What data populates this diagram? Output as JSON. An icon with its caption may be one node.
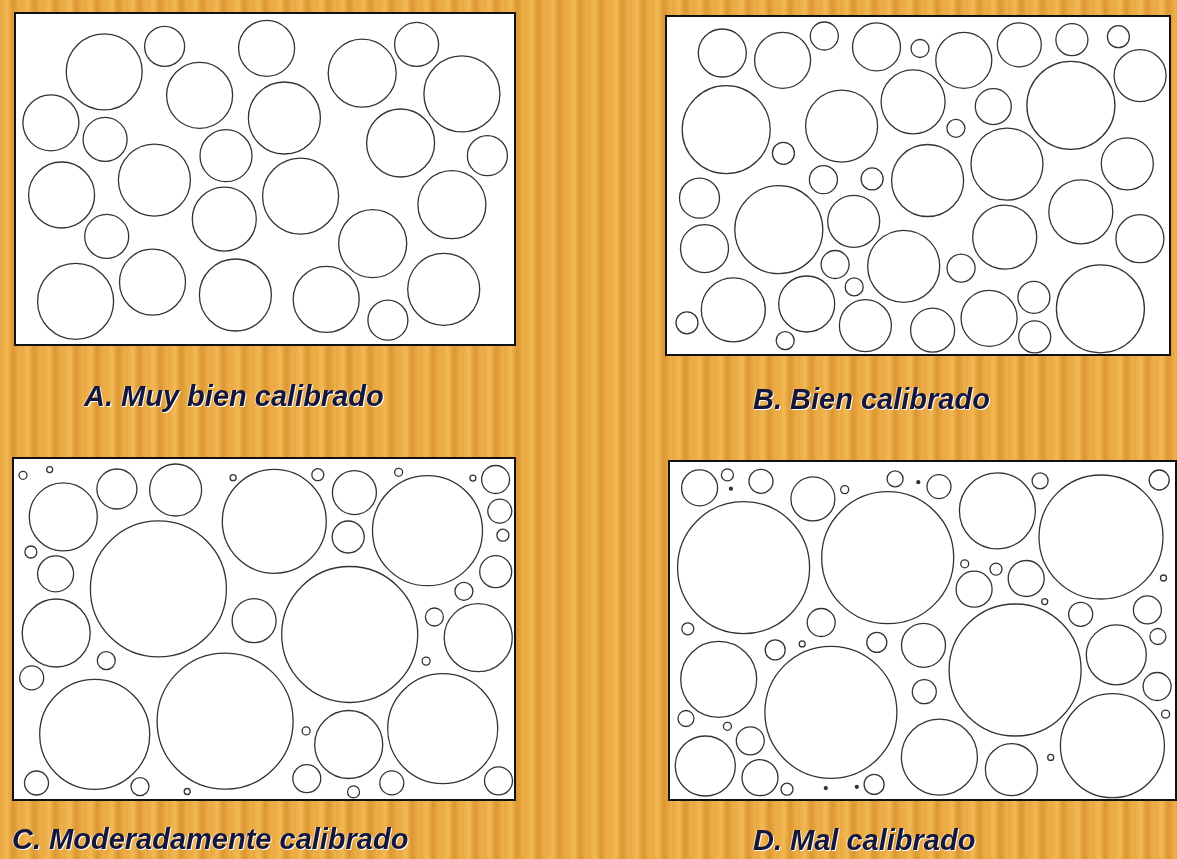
{
  "diagram": {
    "nodes": [
      {
        "text": [
          "A. Muy bien calibrado"
        ]
      },
      {
        "text": [
          "B. Bien calibrado"
        ]
      },
      {
        "text": [
          "C. Moderadamente calibrado"
        ]
      },
      {
        "text": [
          "D. Mal calibrado"
        ]
      }
    ]
  }
}
